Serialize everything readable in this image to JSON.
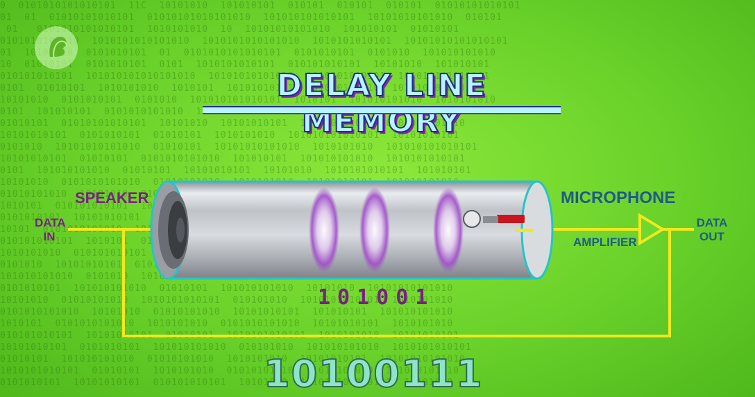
{
  "title": "DELAY LINE MEMORY",
  "labels": {
    "speaker": "SPEAKER",
    "data_in_1": "DATA",
    "data_in_2": "IN",
    "microphone": "MICROPHONE",
    "amplifier": "AMPLIFIER",
    "data_out_1": "DATA",
    "data_out_2": "OUT"
  },
  "binary_in_tube": "101001",
  "binary_bottom": "10100111",
  "colors": {
    "background": "#6fd82e",
    "wire": "#f0e821",
    "tube": "#c9ccd2",
    "wave": "#a14fc8",
    "label_purple": "#7a1f86",
    "label_blue": "#1f5a8a"
  },
  "icons": [
    "pbs-logo",
    "speaker-icon",
    "microphone-icon",
    "amplifier-icon"
  ]
}
